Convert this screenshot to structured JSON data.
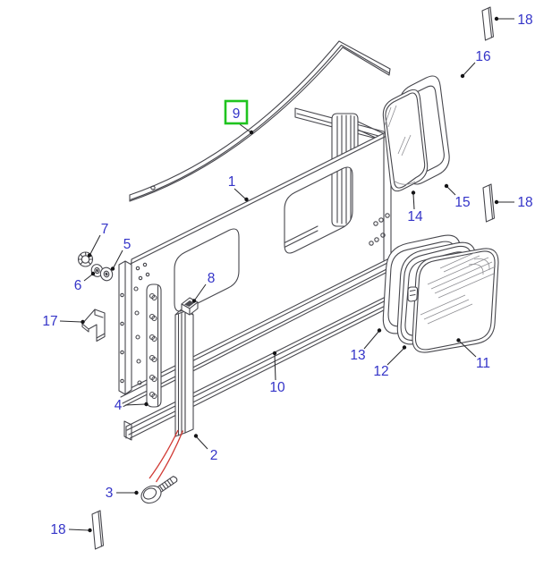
{
  "diagram": {
    "type": "exploded-parts-diagram",
    "highlighted_callout": "9",
    "colors": {
      "background": "#ffffff",
      "line": "#47474d",
      "label": "#3434c8",
      "highlight_box": "#1fc41f",
      "red_leader": "#d13a34"
    },
    "callouts": [
      {
        "id": "9",
        "label": "9",
        "highlighted": true
      },
      {
        "id": "1",
        "label": "1",
        "highlighted": false
      },
      {
        "id": "18-top-right",
        "label": "18",
        "highlighted": false
      },
      {
        "id": "16",
        "label": "16",
        "highlighted": false
      },
      {
        "id": "15",
        "label": "15",
        "highlighted": false
      },
      {
        "id": "14",
        "label": "14",
        "highlighted": false
      },
      {
        "id": "18-mid-right",
        "label": "18",
        "highlighted": false
      },
      {
        "id": "7",
        "label": "7",
        "highlighted": false
      },
      {
        "id": "5",
        "label": "5",
        "highlighted": false
      },
      {
        "id": "6",
        "label": "6",
        "highlighted": false
      },
      {
        "id": "17",
        "label": "17",
        "highlighted": false
      },
      {
        "id": "8",
        "label": "8",
        "highlighted": false
      },
      {
        "id": "4",
        "label": "4",
        "highlighted": false
      },
      {
        "id": "10",
        "label": "10",
        "highlighted": false
      },
      {
        "id": "13",
        "label": "13",
        "highlighted": false
      },
      {
        "id": "12",
        "label": "12",
        "highlighted": false
      },
      {
        "id": "11",
        "label": "11",
        "highlighted": false
      },
      {
        "id": "2",
        "label": "2",
        "highlighted": false
      },
      {
        "id": "3",
        "label": "3",
        "highlighted": false
      },
      {
        "id": "18-bottom-left",
        "label": "18",
        "highlighted": false
      }
    ]
  }
}
